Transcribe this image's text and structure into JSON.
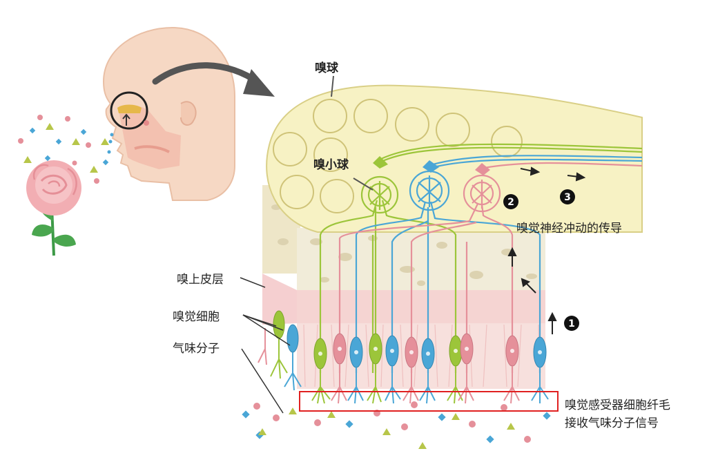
{
  "labels": {
    "bulb": "嗅球",
    "glomerulus": "嗅小球",
    "epithelium": "嗅上皮层",
    "cell": "嗅觉细胞",
    "odorant": "气味分子",
    "conduction": "嗅觉神经冲动的传导",
    "cilia_line1": "嗅觉感受器细胞纤毛",
    "cilia_line2": "接收气味分子信号"
  },
  "steps": [
    "1",
    "2",
    "3"
  ],
  "colors": {
    "bulb_fill": "#f7f2c4",
    "bulb_stroke": "#d9cf86",
    "bone": "#f1ecd9",
    "tissue": "#f4d3d0",
    "nerve_green": "#9cc53a",
    "nerve_blue": "#4aa6d6",
    "nerve_pink": "#e5909a",
    "arrow_gray": "#555555",
    "highlight_box": "#e02020"
  },
  "icons": [
    "head-icon",
    "rose-icon",
    "arrow-icon"
  ]
}
